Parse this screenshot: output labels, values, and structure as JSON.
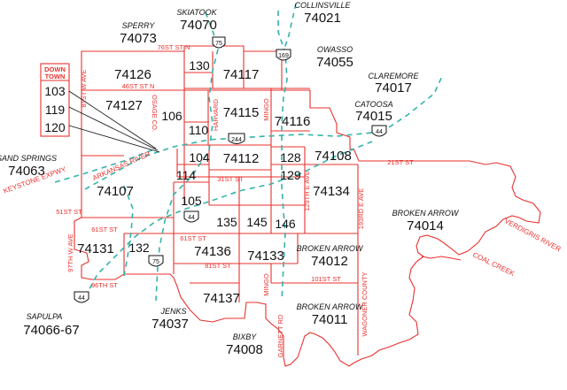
{
  "downtown": {
    "title_line1": "DOWN",
    "title_line2": "TOWN",
    "zips": [
      "103",
      "119",
      "120"
    ]
  },
  "zip_codes": {
    "z74126": "74126",
    "z130": "130",
    "z74117": "74117",
    "z74127": "74127",
    "z106": "106",
    "z110": "110",
    "z74115": "74115",
    "z74116": "74116",
    "z104": "104",
    "z74112": "74112",
    "z128": "128",
    "z74108": "74108",
    "z114": "114",
    "z129": "129",
    "z74107": "74107",
    "z105": "105",
    "z135": "135",
    "z145": "145",
    "z146": "146",
    "z74134": "74134",
    "z74131": "74131",
    "z132": "132",
    "z74136": "74136",
    "z74133": "74133",
    "z74137": "74137"
  },
  "cities": {
    "sperry": {
      "name": "SPERRY",
      "zip": "74073"
    },
    "skiatook": {
      "name": "SKIATOOK",
      "zip": "74070"
    },
    "collinsville": {
      "name": "COLLINSVILLE",
      "zip": "74021"
    },
    "owasso": {
      "name": "OWASSO",
      "zip": "74055"
    },
    "claremore": {
      "name": "CLAREMORE",
      "zip": "74017"
    },
    "catoosa": {
      "name": "CATOOSA",
      "zip": "74015"
    },
    "sand_springs": {
      "name": "SAND SPRINGS",
      "zip": "74063"
    },
    "broken_arrow_main": {
      "name": "BROKEN ARROW",
      "zip": "74014"
    },
    "broken_arrow_74012": {
      "name": "BROKEN ARROW",
      "zip": "74012"
    },
    "broken_arrow_74011": {
      "name": "BROKEN ARROW",
      "zip": "74011"
    },
    "sapulpa": {
      "name": "SAPULPA",
      "zip": "74066-67"
    },
    "jenks": {
      "name": "JENKS",
      "zip": "74037"
    },
    "bixby": {
      "name": "BIXBY",
      "zip": "74008"
    }
  },
  "streets": {
    "st76": "76ST ST N",
    "st46": "46ST ST N",
    "ave81w": "81ST W AVE",
    "osage": "OSAGE CO.",
    "harvard": "HARVARD",
    "mingo_n": "MINGO",
    "st21": "21ST ST",
    "st31": "31ST ST",
    "ave129e": "129TH E AVE",
    "st51": "51ST ST",
    "st61w": "61ST ST",
    "st61": "61ST ST",
    "st81": "81ST ST",
    "ave97w": "97TH W AVE",
    "st96": "96TH ST",
    "ave193e": "193RD E AVE",
    "wagoner": "WAGONER COUNTY",
    "st101": "101ST ST",
    "mingo_s": "MINGO",
    "garnett": "GARNETT RD"
  },
  "rivers": {
    "keystone": "KEYSTONE EXPWY",
    "arkansas": "ARKANSAS RIVER",
    "coal_creek": "COAL CREEK",
    "verdigris": "VERDIGRIS RIVER"
  },
  "highways": {
    "h75_north": "75",
    "h169": "169",
    "h244": "244",
    "h44_east": "44",
    "h44_mid": "44",
    "h75_south": "75",
    "h44_sw": "44"
  },
  "colors": {
    "boundary": "#e8322e",
    "highway": "#35b3aa",
    "text": "#111111"
  }
}
